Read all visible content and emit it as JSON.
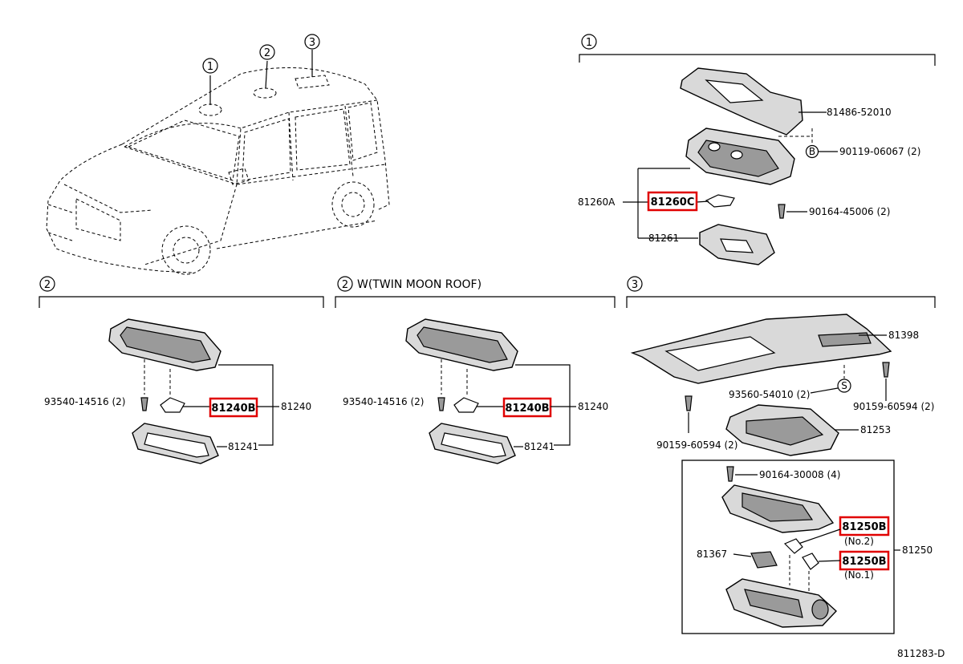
{
  "sections": {
    "s1": {
      "marker": "1"
    },
    "s2": {
      "marker": "2"
    },
    "s2w": {
      "marker": "2",
      "title": "W(TWIN MOON ROOF)"
    },
    "s3": {
      "marker": "3"
    }
  },
  "car_markers": [
    "1",
    "2",
    "3"
  ],
  "s1_parts": {
    "p81486": "81486-52010",
    "p90119": "90119-06067 (2)",
    "circle_b": "B",
    "p81260a": "81260A",
    "p81260c": "81260C",
    "p90164": "90164-45006 (2)",
    "p81261": "81261"
  },
  "s2_parts": {
    "p93540": "93540-14516 (2)",
    "p81240b": "81240B",
    "p81240": "81240",
    "p81241": "81241"
  },
  "s2w_parts": {
    "p93540": "93540-14516 (2)",
    "p81240b": "81240B",
    "p81240": "81240",
    "p81241": "81241"
  },
  "s3_parts": {
    "p81398": "81398",
    "p93560": "93560-54010 (2)",
    "circle_s": "S",
    "p90159a": "90159-60594 (2)",
    "p90159b": "90159-60594 (2)",
    "p81253": "81253",
    "p90164": "90164-30008 (4)",
    "p81250b1": "81250B",
    "no2": "(No.2)",
    "p81367": "81367",
    "p81250": "81250",
    "p81250b2": "81250B",
    "no1": "(No.1)"
  },
  "figure_id": "811283-D",
  "highlight_color": "#e00000"
}
